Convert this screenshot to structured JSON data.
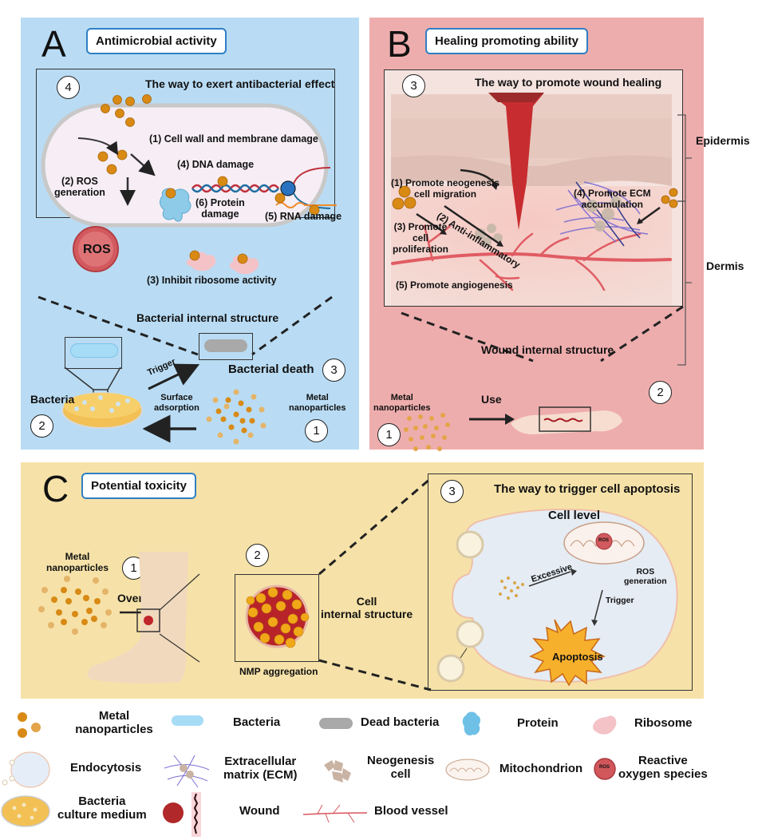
{
  "panel_a": {
    "letter": "A",
    "title": "Antimicrobial activity",
    "inset_title": "The way to exert antibacterial effect",
    "inset_step": "4",
    "mechanisms": {
      "m1": "(1) Cell wall and membrane damage",
      "m2_line1": "(2) ROS",
      "m2_line2": "generation",
      "m3": "(3) Inhibit ribosome activity",
      "m4": "(4) DNA damage",
      "m5": "(5) RNA damage",
      "m6_line1": "(6) Protein",
      "m6_line2": "damage"
    },
    "ros_label": "ROS",
    "structure_label": "Bacterial internal structure",
    "death_label": "Bacterial death",
    "death_step": "3",
    "trigger_label": "Trigger",
    "bacteria_label": "Bacteria",
    "bacteria_step": "2",
    "adsorption_line1": "Surface",
    "adsorption_line2": "adsorption",
    "nanoparticles_line1": "Metal",
    "nanoparticles_line2": "nanoparticles",
    "nanoparticles_step": "1"
  },
  "panel_b": {
    "letter": "B",
    "title": "Healing promoting ability",
    "inset_title": "The way to promote wound healing",
    "inset_step": "3",
    "mechanisms": {
      "m1_line1": "(1) Promote neogenesis",
      "m1_line2": "cell migration",
      "m2": "(2) Anti-inflammatory",
      "m3_line1": "(3) Promote",
      "m3_line2": "cell",
      "m3_line3": "proliferation",
      "m4_line1": "(4) Promote ECM",
      "m4_line2": "accumulation",
      "m5": "(5) Promote angiogenesis"
    },
    "layers": {
      "epidermis": "Epidermis",
      "dermis": "Dermis"
    },
    "structure_label": "Wound internal structure",
    "wound_step": "2",
    "use_label": "Use",
    "nanoparticles_line1": "Metal",
    "nanoparticles_line2": "nanoparticles",
    "nanoparticles_step": "1"
  },
  "panel_c": {
    "letter": "C",
    "title": "Potential toxicity",
    "nanoparticles_line1": "Metal",
    "nanoparticles_line2": "nanoparticles",
    "overdose_step": "1",
    "overdose_label": "Overdose",
    "aggregation_step": "2",
    "aggregation_label": "NMP aggregation",
    "cell_structure_line1": "Cell",
    "cell_structure_line2": "internal structure",
    "inset_title": "The way to trigger cell apoptosis",
    "inset_step": "3",
    "cell_level": "Cell level",
    "excessive_label": "Excessive",
    "ros_small": "ROS",
    "ros_gen_line1": "ROS",
    "ros_gen_line2": "generation",
    "trigger_label": "Trigger",
    "apoptosis_label": "Apoptosis"
  },
  "legend": {
    "items": [
      {
        "icon": "metal-nanoparticles-icon",
        "line1": "Metal",
        "line2": "nanoparticles"
      },
      {
        "icon": "bacteria-icon",
        "line1": "Bacteria",
        "line2": ""
      },
      {
        "icon": "dead-bacteria-icon",
        "line1": "Dead bacteria",
        "line2": ""
      },
      {
        "icon": "protein-icon",
        "line1": "Protein",
        "line2": ""
      },
      {
        "icon": "ribosome-icon",
        "line1": "Ribosome",
        "line2": ""
      },
      {
        "icon": "endocytosis-icon",
        "line1": "Endocytosis",
        "line2": ""
      },
      {
        "icon": "ecm-icon",
        "line1": "Extracellular",
        "line2": "matrix (ECM)"
      },
      {
        "icon": "neogenesis-cell-icon",
        "line1": "Neogenesis",
        "line2": "cell"
      },
      {
        "icon": "mitochondrion-icon",
        "line1": "Mitochondrion",
        "line2": ""
      },
      {
        "icon": "ros-icon",
        "line1": "Reactive",
        "line2": "oxygen species",
        "badge": "ROS"
      },
      {
        "icon": "culture-medium-icon",
        "line1": "Bacteria",
        "line2": "culture medium"
      },
      {
        "icon": "wound-icon",
        "line1": "Wound",
        "line2": ""
      },
      {
        "icon": "blood-vessel-icon",
        "line1": "Blood vessel",
        "line2": ""
      }
    ]
  },
  "colors": {
    "panel_a_bg": "#b9dcf4",
    "panel_b_bg": "#eeadad",
    "panel_c_bg": "#f6e2a8",
    "title_border": "#2e7fc4",
    "nanoparticle": "#d88a14",
    "ros": "#d2575b",
    "wound": "#c0252b"
  }
}
